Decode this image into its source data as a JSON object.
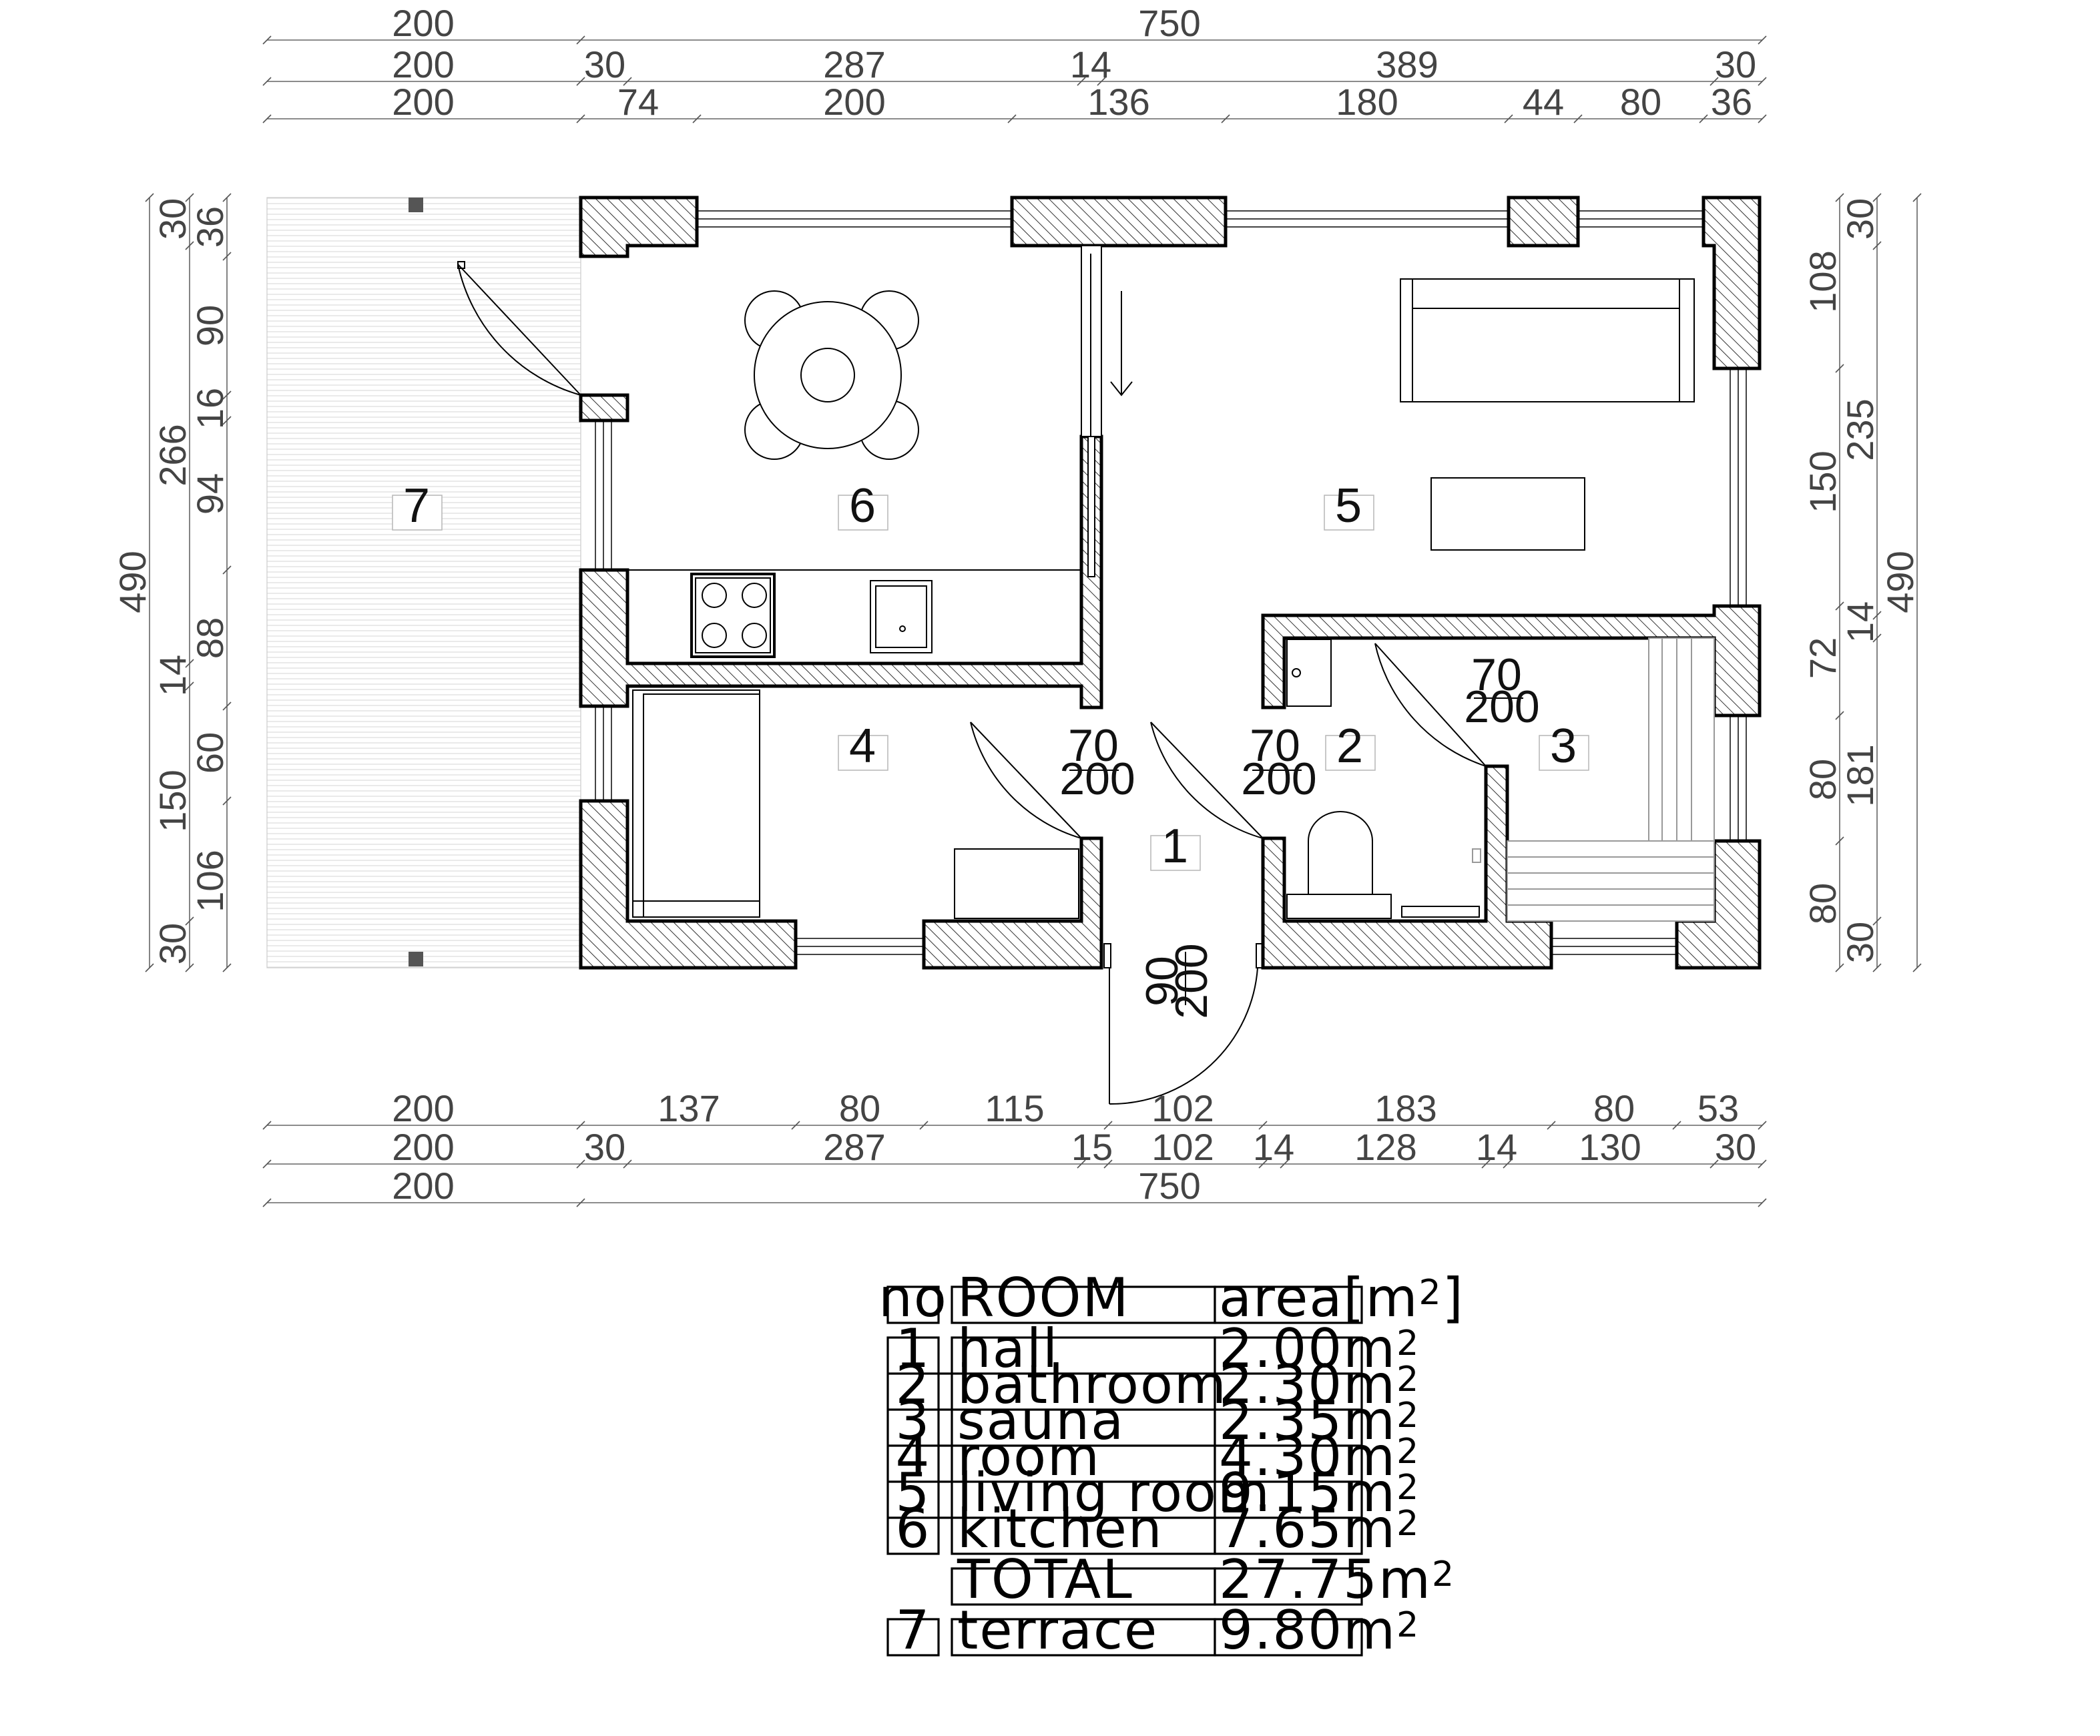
{
  "dimensions": {
    "top": [
      [
        "200",
        "750"
      ],
      [
        "200",
        "30",
        "287",
        "14",
        "389",
        "30"
      ],
      [
        "200",
        "74",
        "200",
        "136",
        "180",
        "44",
        "80",
        "36"
      ]
    ],
    "bottom": [
      [
        "200",
        "137",
        "80",
        "115",
        "102",
        "183",
        "80",
        "53"
      ],
      [
        "200",
        "30",
        "287",
        "15",
        "102",
        "14",
        "128",
        "14",
        "130",
        "30"
      ],
      [
        "200",
        "750"
      ]
    ],
    "left": [
      [
        "490"
      ],
      [
        "30",
        "266",
        "14",
        "150",
        "30"
      ],
      [
        "36",
        "90",
        "16",
        "94",
        "88",
        "60",
        "106"
      ]
    ],
    "right": [
      [
        "108",
        "150",
        "72",
        "80",
        "80"
      ],
      [
        "30",
        "235",
        "14",
        "181",
        "30"
      ],
      [
        "490"
      ]
    ]
  },
  "room_labels": [
    "1",
    "2",
    "3",
    "4",
    "5",
    "6",
    "7"
  ],
  "door_labels": [
    {
      "top": "70",
      "bottom": "200"
    },
    {
      "top": "70",
      "bottom": "200"
    },
    {
      "top": "70",
      "bottom": "200"
    },
    {
      "top": "90",
      "bottom": "200"
    }
  ],
  "table": {
    "headers": {
      "no": "no",
      "room": "ROOM",
      "area": "area[m",
      "area_sup": "2",
      "area_close": "]"
    },
    "rows": [
      {
        "no": "1",
        "room": "hall",
        "area": "2.00m",
        "sup": "2"
      },
      {
        "no": "2",
        "room": "bathroom",
        "area": "2.30m",
        "sup": "2"
      },
      {
        "no": "3",
        "room": "sauna",
        "area": "2.35m",
        "sup": "2"
      },
      {
        "no": "4",
        "room": "room",
        "area": "4.30m",
        "sup": "2"
      },
      {
        "no": "5",
        "room": "living room",
        "area": "9.15m",
        "sup": "2"
      },
      {
        "no": "6",
        "room": "kitchen",
        "area": "7.65m",
        "sup": "2"
      }
    ],
    "total": {
      "room": "TOTAL",
      "area": "27.75m",
      "sup": "2"
    },
    "terrace": {
      "no": "7",
      "room": "terrace",
      "area": "9.80m",
      "sup": "2"
    }
  }
}
